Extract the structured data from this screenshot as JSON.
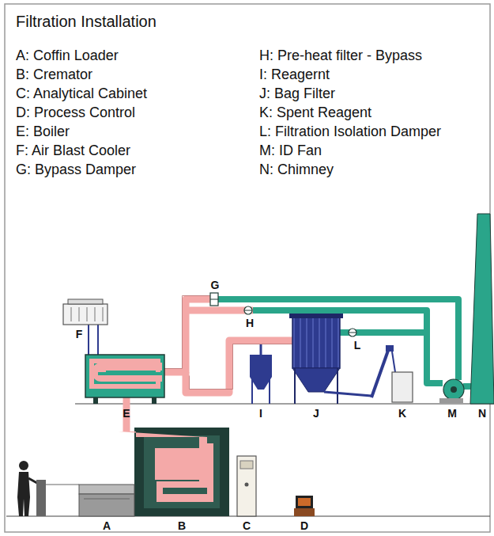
{
  "diagram": {
    "title": "Filtration Installation",
    "labels": [
      "A: Coffin Loader",
      "B: Cremator",
      "C: Analytical Cabinet",
      "D: Process Control",
      "E: Boiler",
      "F: Air Blast Cooler",
      "G: Bypass Damper",
      "H: Pre-heat filter - Bypass",
      "I: Reagernt",
      "J: Bag Filter",
      "K: Spent Reagent",
      "L: Filtration Isolation Damper",
      "M: ID Fan",
      "N: Chimney",
      "G",
      "H",
      "F",
      "L",
      "E",
      "I",
      "J",
      "K",
      "M",
      "N",
      "A",
      "B",
      "C",
      "D"
    ]
  }
}
